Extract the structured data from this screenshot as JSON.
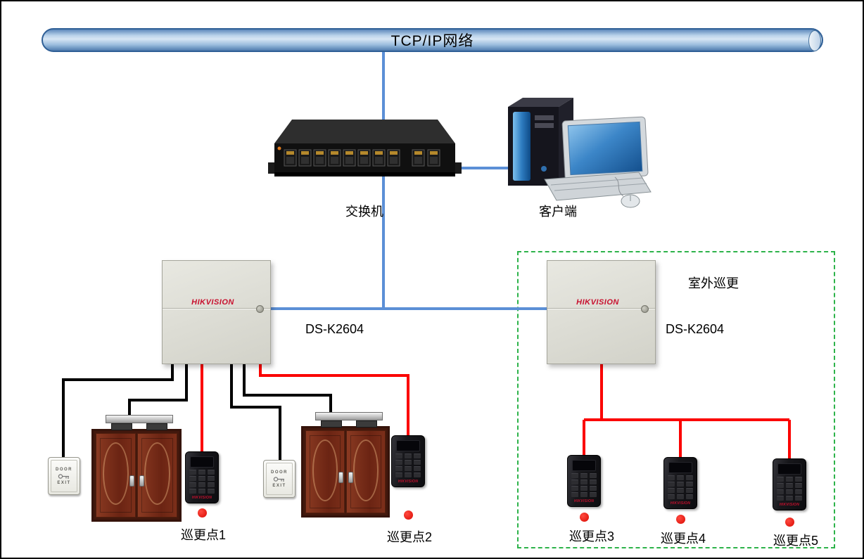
{
  "diagram": {
    "network": {
      "label": "TCP/IP网络"
    },
    "switch": {
      "label": "交换机"
    },
    "client": {
      "label": "客户端"
    },
    "controllers": [
      {
        "model": "DS-K2604",
        "brand": "HIKVISION"
      },
      {
        "model": "DS-K2604",
        "brand": "HIKVISION"
      }
    ],
    "outdoor_zone": {
      "label": "室外巡更"
    },
    "patrol_points": [
      {
        "label": "巡更点1"
      },
      {
        "label": "巡更点2"
      },
      {
        "label": "巡更点3"
      },
      {
        "label": "巡更点4"
      },
      {
        "label": "巡更点5"
      }
    ],
    "exit_buttons": [
      {
        "line1": "DOOR",
        "line2": "EXIT"
      },
      {
        "line1": "DOOR",
        "line2": "EXIT"
      }
    ],
    "reader_brand": "HIKVISION",
    "colors": {
      "link_blue": "#5b8fd6",
      "wire_black": "#000000",
      "wire_red": "#fb0200",
      "zone_green": "#2db34a",
      "brand_red": "#c8102e",
      "dot_red": "#da0a02",
      "pipe_fill": "#9dbfe2"
    }
  }
}
